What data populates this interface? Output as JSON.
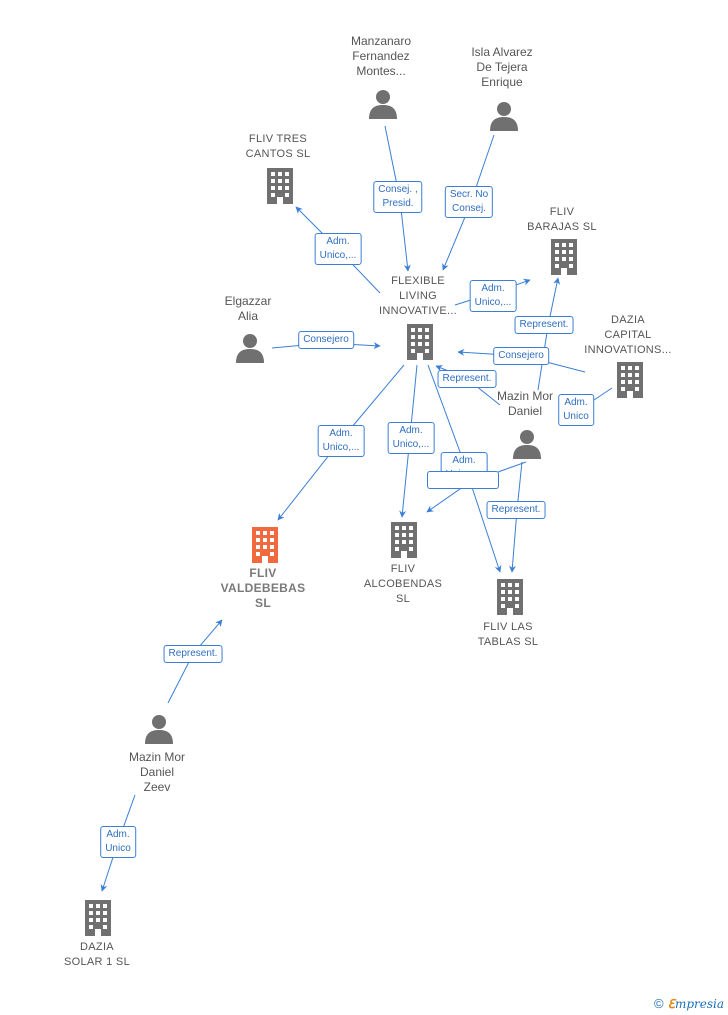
{
  "colors": {
    "company": "#707070",
    "focus": "#f06a3d",
    "person": "#707070",
    "edge": "#3a7fd5"
  },
  "nodes": [
    {
      "id": "manzanaro",
      "kind": "person",
      "label": "Manzanaro\nFernandez\nMontes..."
    },
    {
      "id": "isla",
      "kind": "person",
      "label": "Isla Alvarez\nDe Tejera\nEnrique"
    },
    {
      "id": "tres_cantos",
      "kind": "company",
      "label": "FLIV TRES\nCANTOS  SL"
    },
    {
      "id": "barajas",
      "kind": "company",
      "label": "FLIV\nBARAJAS  SL"
    },
    {
      "id": "flexible",
      "kind": "company",
      "label": "FLEXIBLE\nLIVING\nINNOVATIVE..."
    },
    {
      "id": "elgazzar",
      "kind": "person",
      "label": "Elgazzar\nAlia"
    },
    {
      "id": "dazia_capital",
      "kind": "company",
      "label": "DAZIA\nCAPITAL\nINNOVATIONS..."
    },
    {
      "id": "mazin1",
      "kind": "person",
      "label": "Mazin Mor\nDaniel"
    },
    {
      "id": "valdebebas",
      "kind": "focus",
      "label": "FLIV\nVALDEBEBAS\nSL"
    },
    {
      "id": "alcobendas",
      "kind": "company",
      "label": "FLIV\nALCOBENDAS\nSL"
    },
    {
      "id": "las_tablas",
      "kind": "company",
      "label": "FLIV LAS\nTABLAS  SL"
    },
    {
      "id": "mazin2",
      "kind": "person",
      "label": "Mazin Mor\nDaniel\nZeev"
    },
    {
      "id": "dazia_solar",
      "kind": "company",
      "label": "DAZIA\nSOLAR 1 SL"
    }
  ],
  "edges": [
    {
      "id": "e1",
      "label": "Consej. ,\nPresid."
    },
    {
      "id": "e2",
      "label": "Secr.  No\nConsej."
    },
    {
      "id": "e3",
      "label": "Adm.\nUnico,..."
    },
    {
      "id": "e4",
      "label": "Adm.\nUnico,..."
    },
    {
      "id": "e5",
      "label": "Represent."
    },
    {
      "id": "e6",
      "label": "Consejero"
    },
    {
      "id": "e7",
      "label": "Consejero"
    },
    {
      "id": "e8",
      "label": "Represent."
    },
    {
      "id": "e9",
      "label": "Adm.\nUnico"
    },
    {
      "id": "e10",
      "label": "Adm.\nUnico,..."
    },
    {
      "id": "e11",
      "label": "Adm.\nUnico,..."
    },
    {
      "id": "e12",
      "label": "Adm.\nUnico,..."
    },
    {
      "id": "e13",
      "label": ""
    },
    {
      "id": "e14",
      "label": "Represent."
    },
    {
      "id": "e15",
      "label": "Represent."
    },
    {
      "id": "e16",
      "label": "Adm.\nUnico"
    }
  ],
  "footer": {
    "copyright": "©",
    "brand_e": "ℇ",
    "brand_rest": "mpresia"
  }
}
